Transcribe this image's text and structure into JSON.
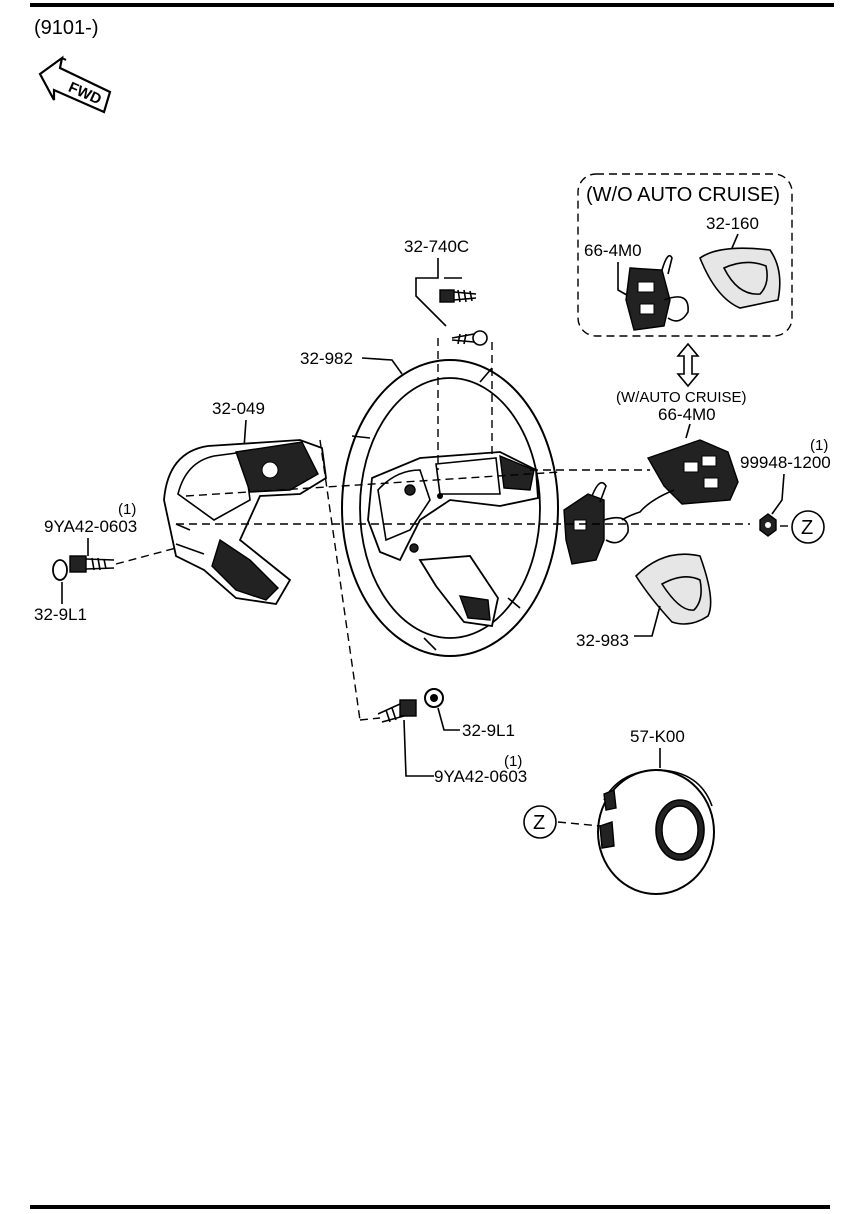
{
  "header": {
    "range_code": "(9101-)"
  },
  "fwd_arrow": {
    "label": "FWD"
  },
  "callouts": {
    "screw_top": "32-740C",
    "wheel": "32-982",
    "cover_rear": "32-049",
    "bolt_left": "9YA42-0603",
    "bolt_left_qty": "(1)",
    "cap_left": "32-9L1",
    "bolt_bottom": "9YA42-0603",
    "bolt_bottom_qty": "(1)",
    "cap_bottom": "32-9L1",
    "nut_right": "99948-1200",
    "nut_right_qty": "(1)",
    "switch_with_cruise": "66-4M0",
    "bezel_lower": "32-983",
    "airbag": "57-K00",
    "switch_without_cruise": "66-4M0",
    "bezel_upper": "32-160",
    "ref_z_top": "Z",
    "ref_z_bottom": "Z"
  },
  "variants": {
    "without_cruise": "(W/O AUTO CRUISE)",
    "with_cruise": "(W/AUTO CRUISE)"
  }
}
